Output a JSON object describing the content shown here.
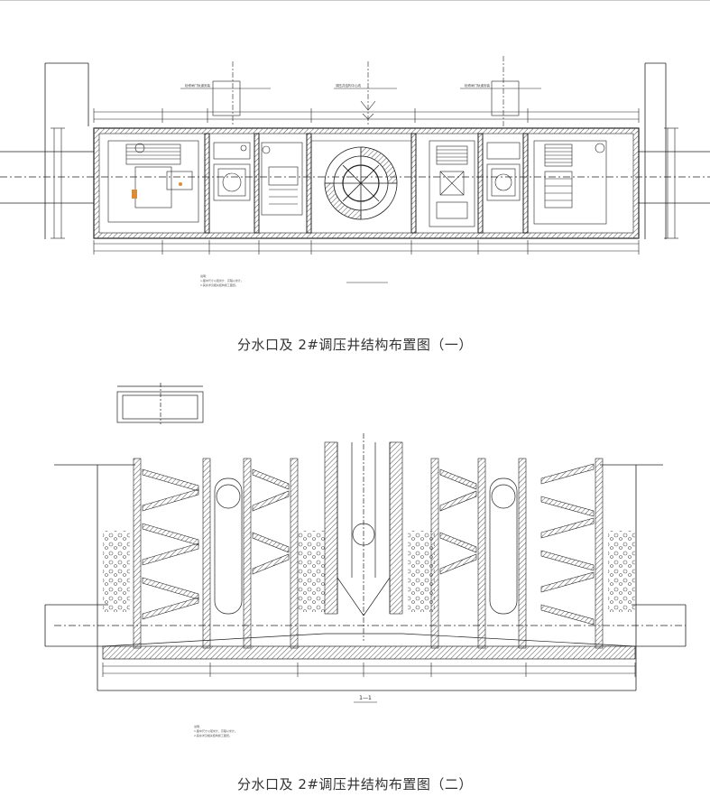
{
  "captions": {
    "figure_1": "分水口及 2#调压井结构布置图（一）",
    "figure_2": "分水口及 2#调压井结构布置图（二）"
  },
  "section_mark": "1—1",
  "colors": {
    "line": "#222222",
    "hatch": "#555555",
    "caption": "#333333",
    "background": "#ffffff"
  }
}
